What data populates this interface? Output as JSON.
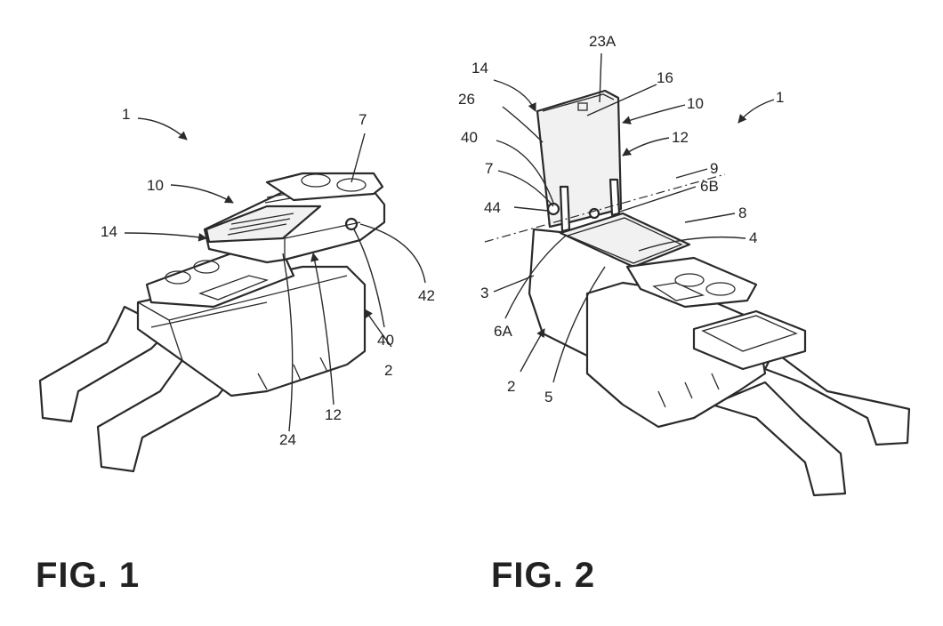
{
  "figures": [
    {
      "title": "FIG. 1"
    },
    {
      "title": "FIG. 2"
    }
  ],
  "fig1_labels": [
    "1",
    "10",
    "14",
    "7",
    "42",
    "40",
    "2",
    "12",
    "24"
  ],
  "fig2_labels": [
    "23A",
    "14",
    "16",
    "26",
    "10",
    "1",
    "40",
    "12",
    "7",
    "9",
    "6B",
    "44",
    "8",
    "4",
    "3",
    "6A",
    "2",
    "5"
  ]
}
